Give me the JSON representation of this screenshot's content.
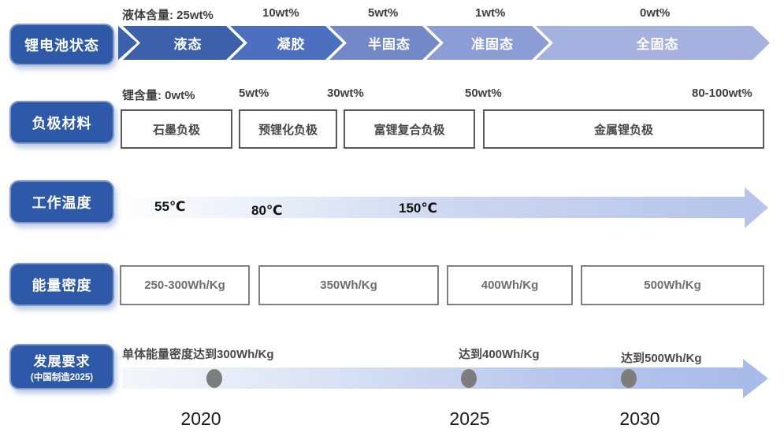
{
  "colors": {
    "pill_blue": "#2e59a8",
    "chevron_colors": [
      "#3d60ab",
      "#4c70bf",
      "#7388c9",
      "#8c9cd4",
      "#a5b1de"
    ],
    "band_gradient_end": "#b7c4eb",
    "dot_gray": "#7d7d7d",
    "box_border_dark": "#595959",
    "box_border_gray": "#808080"
  },
  "battery_state": {
    "label": "锂电池状态",
    "content_labels": [
      "液体含量: 25wt%",
      "10wt%",
      "5wt%",
      "1wt%",
      "0wt%"
    ],
    "stages": [
      "液态",
      "凝胶",
      "半固态",
      "准固态",
      "全固态"
    ]
  },
  "anode_material": {
    "label": "负极材料",
    "content_labels": [
      "锂含量: 0wt%",
      "5wt%",
      "30wt%",
      "50wt%",
      "80-100wt%"
    ],
    "materials": [
      "石墨负极",
      "预锂化负极",
      "富锂复合负极",
      "金属锂负极"
    ]
  },
  "operating_temperature": {
    "label": "工作温度",
    "temps": [
      "55℃",
      "80℃",
      "150℃"
    ]
  },
  "energy_density": {
    "label": "能量密度",
    "values": [
      "250-300Wh/Kg",
      "350Wh/Kg",
      "400Wh/Kg",
      "500Wh/Kg"
    ]
  },
  "development_requirements": {
    "label": "发展要求",
    "sublabel": "(中国制造2025)",
    "milestones": [
      {
        "text": "单体能量密度达到300Wh/Kg",
        "year": "2020"
      },
      {
        "text": "达到400Wh/Kg",
        "year": "2025"
      },
      {
        "text": "达到500Wh/Kg",
        "year": "2030"
      }
    ]
  }
}
